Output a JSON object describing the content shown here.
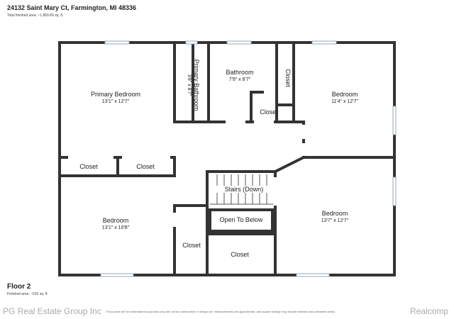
{
  "header": {
    "address": "24132 Saint Mary Ct, Farmington, MI 48336",
    "total_area": "Total finished area: ~1,869.89 sq. ft."
  },
  "rooms": {
    "primary_bedroom": {
      "name": "Primary Bedroom",
      "dims": "13'1\" x 12'7\""
    },
    "primary_bathroom": {
      "name": "Primary Bathroom",
      "dims": "3'8\" x 8'7\""
    },
    "bathroom": {
      "name": "Bathroom",
      "dims": "7'9\" x 8'7\""
    },
    "bedroom_ne": {
      "name": "Bedroom",
      "dims": "11'4\" x 12'7\""
    },
    "bedroom_sw": {
      "name": "Bedroom",
      "dims": "13'1\" x 10'8\""
    },
    "bedroom_se": {
      "name": "Bedroom",
      "dims": "13'7\" x 12'7\""
    },
    "closet_1": "Closet",
    "closet_2": "Closet",
    "closet_3": "Closet",
    "closet_4": "Closet",
    "closet_5": "Closet",
    "closet_6": "Closet",
    "stairs": "Stairs (Down)",
    "open_to_below": "Open To Below"
  },
  "footer": {
    "floor": "Floor 2",
    "finished_area": "Finished area: ~916 sq. ft.",
    "disclaimer": "Floor plans are for informational purposes only and not for construction or design use. Measurements are approximate, and square footage may include finished and unfinished areas.",
    "watermark_left": "PG Real Estate Group Inc",
    "watermark_right": "Realcomp"
  },
  "colors": {
    "wall": "#333333",
    "window": "#bcd3d3",
    "background": "#ffffff"
  }
}
